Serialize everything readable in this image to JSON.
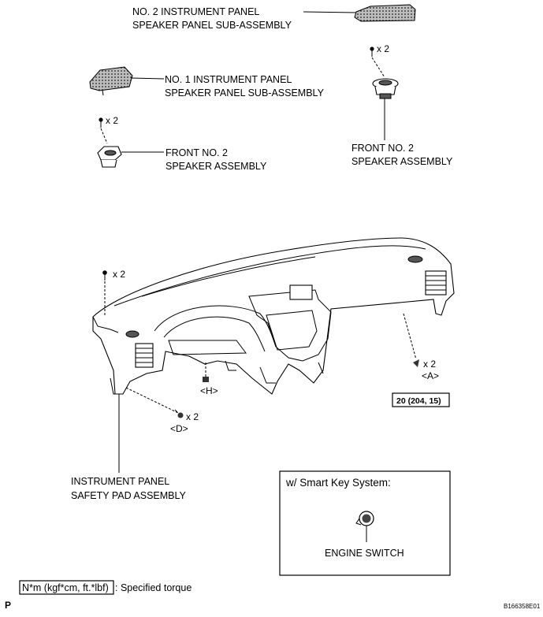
{
  "labels": {
    "no2_speaker_panel": [
      "NO. 2 INSTRUMENT PANEL",
      "SPEAKER PANEL SUB-ASSEMBLY"
    ],
    "no1_speaker_panel": [
      "NO. 1 INSTRUMENT PANEL",
      "SPEAKER PANEL SUB-ASSEMBLY"
    ],
    "front_speaker_left": [
      "FRONT NO. 2",
      "SPEAKER ASSEMBLY"
    ],
    "front_speaker_right": [
      "FRONT NO. 2",
      "SPEAKER ASSEMBLY"
    ],
    "safety_pad": [
      "INSTRUMENT PANEL",
      "SAFETY PAD ASSEMBLY"
    ],
    "engine_switch": "ENGINE SWITCH"
  },
  "quantities": {
    "screw_no2_speaker": "x 2",
    "screw_no1_speaker": "x 2",
    "screw_pad_top": "x 2",
    "clip_a": "x 2",
    "clip_d": "x 2"
  },
  "callouts": {
    "A": "<A>",
    "D": "<D>",
    "H": "<H>"
  },
  "torque": {
    "value": "20 (204, 15)",
    "legend_box": "N*m (kgf*cm, ft.*lbf)",
    "legend_text": ": Specified torque"
  },
  "inset": {
    "title": "w/ Smart Key System:"
  },
  "corner_left": "P",
  "figure_code": "B166358E01"
}
